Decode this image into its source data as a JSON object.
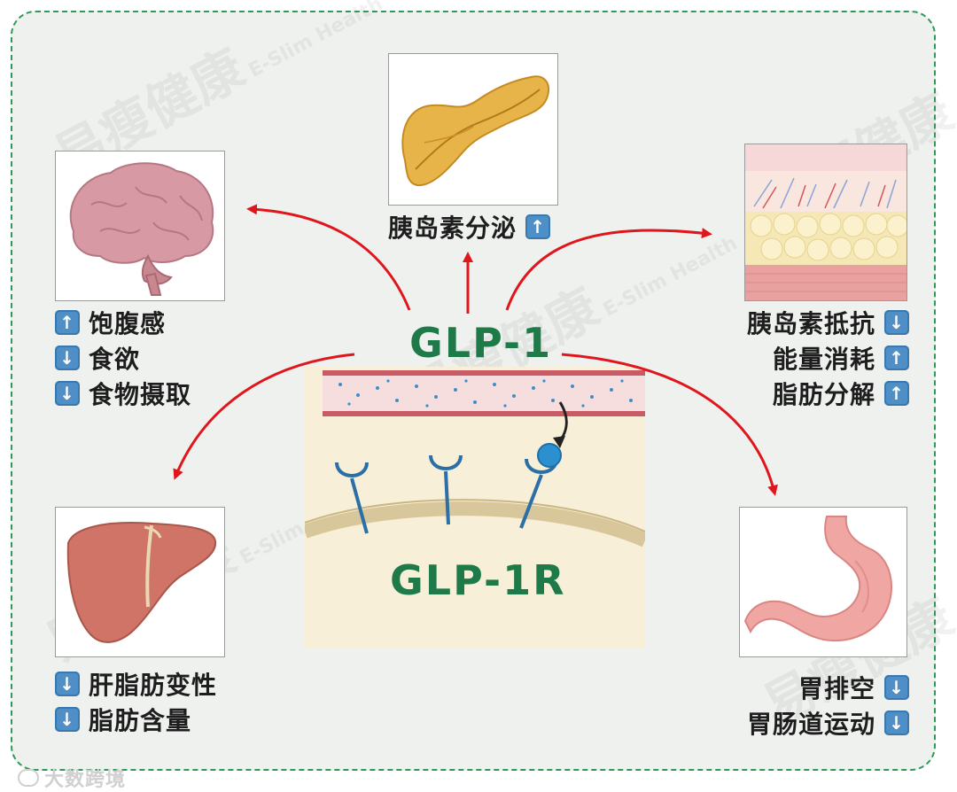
{
  "center": {
    "hormone_label": "GLP-1",
    "receptor_label": "GLP-1R"
  },
  "top": {
    "label": {
      "text": "胰岛素分泌",
      "arrow": "up"
    }
  },
  "upper_left": {
    "labels": [
      {
        "text": "饱腹感",
        "arrow": "up"
      },
      {
        "text": "食欲",
        "arrow": "down"
      },
      {
        "text": "食物摄取",
        "arrow": "down"
      }
    ]
  },
  "upper_right": {
    "labels": [
      {
        "text": "胰岛素抵抗",
        "arrow": "down"
      },
      {
        "text": "能量消耗",
        "arrow": "up"
      },
      {
        "text": "脂肪分解",
        "arrow": "up"
      }
    ]
  },
  "lower_left": {
    "labels": [
      {
        "text": "肝脂肪变性",
        "arrow": "down"
      },
      {
        "text": "脂肪含量",
        "arrow": "down"
      }
    ]
  },
  "lower_right": {
    "labels": [
      {
        "text": "胃排空",
        "arrow": "down"
      },
      {
        "text": "胃肠道运动",
        "arrow": "down"
      }
    ]
  },
  "watermark": {
    "text": "易瘦健康",
    "sub": "E-Slim Health"
  },
  "footer": {
    "text": "大数跨境"
  },
  "colors": {
    "frame_border": "#2f9a58",
    "background": "#eff1ef",
    "glp_green": "#1e7a48",
    "arrow_red": "#e0161c",
    "arrow_box_blue": "#4d8fc6"
  },
  "icons": {
    "up": "arrow-up-icon",
    "down": "arrow-down-icon"
  }
}
